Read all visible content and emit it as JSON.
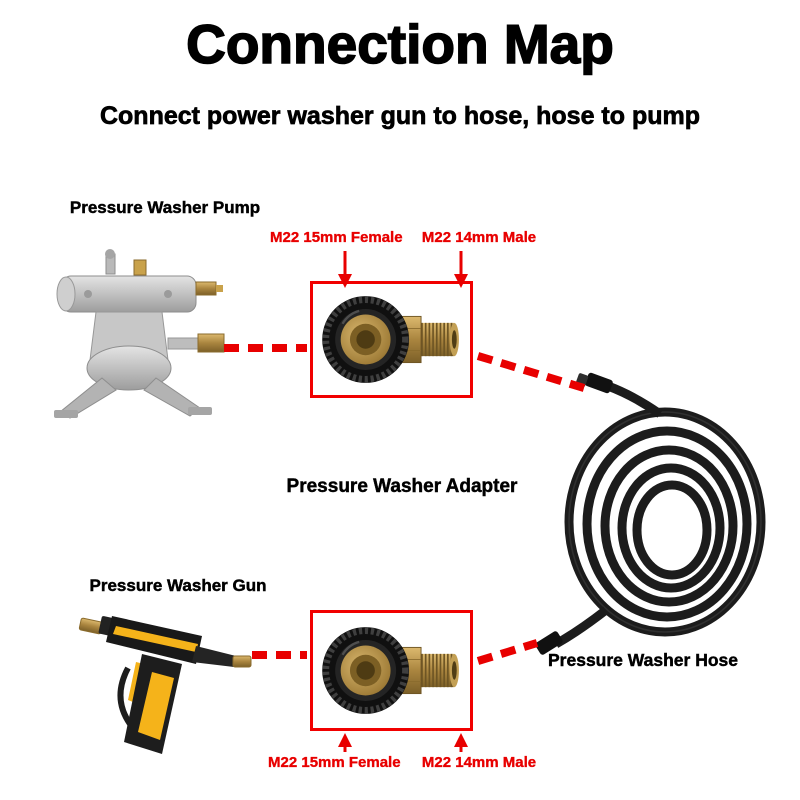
{
  "title": "Connection Map",
  "subtitle": "Connect power washer gun to hose, hose to pump",
  "sections": {
    "pump_label": "Pressure Washer Pump",
    "adapter_label": "Pressure Washer Adapter",
    "gun_label": "Pressure Washer Gun",
    "hose_label": "Pressure Washer Hose"
  },
  "callouts": {
    "adapter_top": {
      "female": "M22 15mm Female",
      "male": "M22 14mm Male"
    },
    "adapter_bottom": {
      "female": "M22 15mm Female",
      "male": "M22 14mm Male"
    }
  },
  "illustrations": {
    "pump": "pressure-washer-pump-illustration",
    "adapter_top": "m22-adapter-illustration",
    "adapter_bottom": "m22-adapter-illustration",
    "gun": "pressure-washer-gun-illustration",
    "hose": "coiled-hose-illustration"
  },
  "colors": {
    "accent_red": "#e80000",
    "box_red": "#f10000",
    "text_black": "#000000",
    "brass": "#b5904a",
    "rubber_black": "#1c1c1c",
    "metal_gray": "#c2c2c2",
    "gun_yellow": "#f5b31a"
  }
}
